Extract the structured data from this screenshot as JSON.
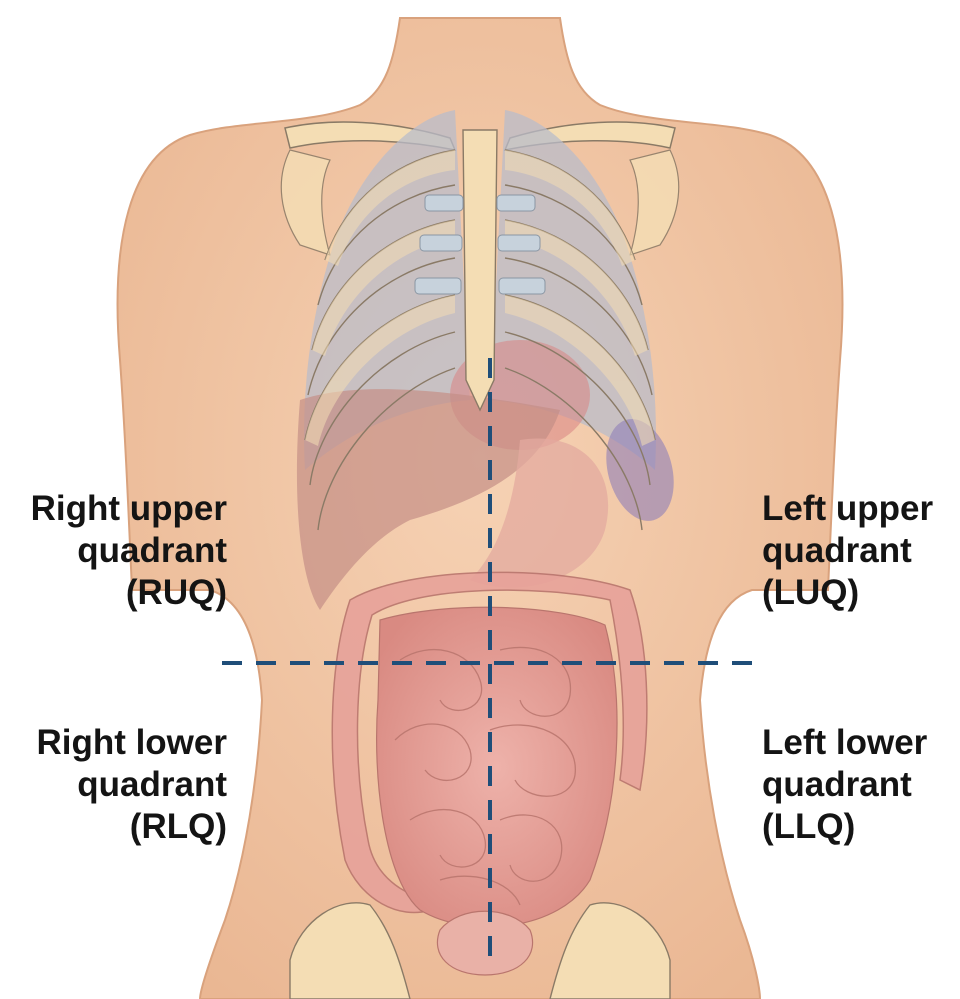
{
  "quadrants": {
    "ruq": {
      "line1": "Right upper",
      "line2": "quadrant",
      "line3": "(RUQ)"
    },
    "luq": {
      "line1": "Left upper",
      "line2": "quadrant",
      "line3": "(LUQ)"
    },
    "rlq": {
      "line1": "Right lower",
      "line2": "quadrant",
      "line3": "(RLQ)"
    },
    "llq": {
      "line1": "Left lower",
      "line2": "quadrant",
      "line3": "(LLQ)"
    }
  },
  "colors": {
    "skin": "#f3c9a6",
    "bone": "#f4ddb4",
    "lung": "#b9bcc9",
    "liver": "#c58f86",
    "intestine": "#e7a29a",
    "divider": "#1f4e79"
  }
}
